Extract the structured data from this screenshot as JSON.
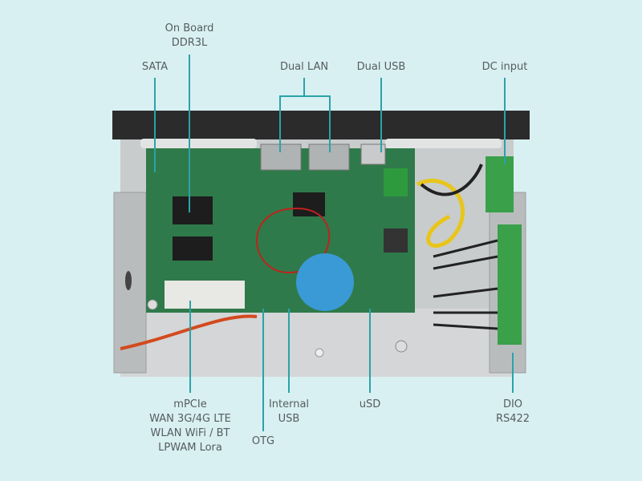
{
  "labels": {
    "ddr": [
      "On Board",
      "DDR3L"
    ],
    "sata": "SATA",
    "lan": "Dual LAN",
    "usb": "Dual USB",
    "dc": "DC input",
    "mpcie": [
      "mPCIe",
      "WAN 3G/4G LTE",
      "WLAN WiFi / BT",
      "LPWAM Lora"
    ],
    "otg": "OTG",
    "internal_usb": [
      "Internal",
      "USB"
    ],
    "usd": "uSD",
    "dio": [
      "DIO",
      "RS422"
    ]
  },
  "colors": {
    "background": "#d9f0f2",
    "leader_line": "#2aa3a8",
    "text": "#555c60",
    "board": "#2f7a4a",
    "chassis": "#2b2b2b",
    "battery": "#3a9ad6"
  }
}
